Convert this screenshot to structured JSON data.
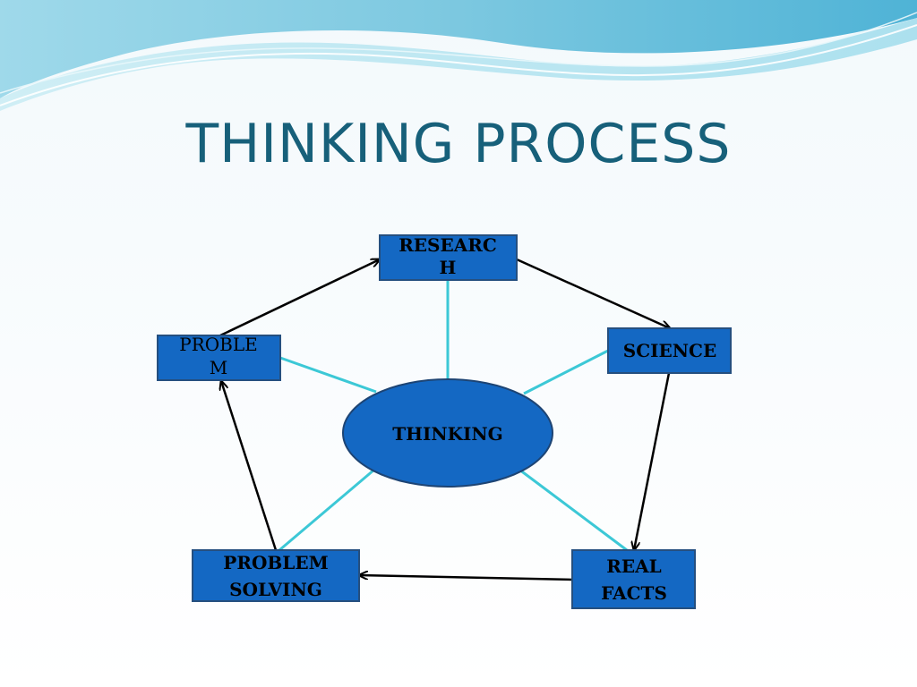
{
  "title": "THINKING PROCESS",
  "diagram": {
    "center": {
      "label": "THINKING"
    },
    "nodes": [
      {
        "id": "research",
        "lines": [
          "RESEARC",
          "H"
        ],
        "bold": true
      },
      {
        "id": "science",
        "lines": [
          "SCIENCE"
        ],
        "bold": true
      },
      {
        "id": "real_facts",
        "lines": [
          "REAL",
          "FACTS"
        ],
        "bold": true
      },
      {
        "id": "problem_solving",
        "lines": [
          "PROBLEM",
          "SOLVING"
        ],
        "bold": true
      },
      {
        "id": "problem",
        "lines": [
          "PROBLE",
          "M"
        ],
        "bold": false
      }
    ],
    "cycle": [
      "problem",
      "research",
      "science",
      "real_facts",
      "problem_solving",
      "problem"
    ],
    "colors": {
      "box_fill": "#1468c3",
      "box_stroke": "#254f7f",
      "ellipse_fill": "#1468c3",
      "ellipse_stroke": "#1d4474",
      "connector": "#3cc8d6",
      "arrow": "#000000",
      "title": "#17607a"
    }
  }
}
